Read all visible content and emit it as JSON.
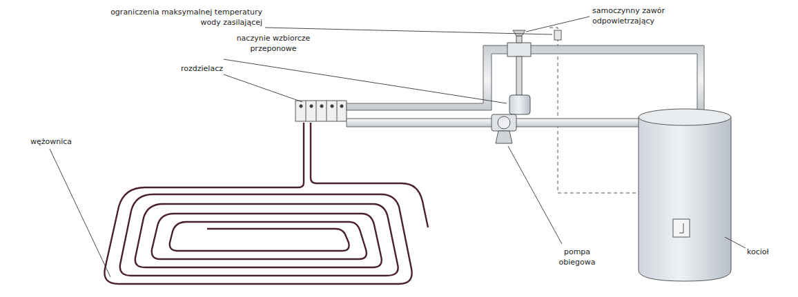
{
  "diagram": {
    "labels": [
      "ograniczenia maksymalnej temperatury wody zasilającej",
      "samoczynny zawór odpowietrzający",
      "naczynie wzbiorcze przeponowe",
      "rozdzielacz",
      "wężownica",
      "pompa obiegowa",
      "kocioł"
    ]
  }
}
